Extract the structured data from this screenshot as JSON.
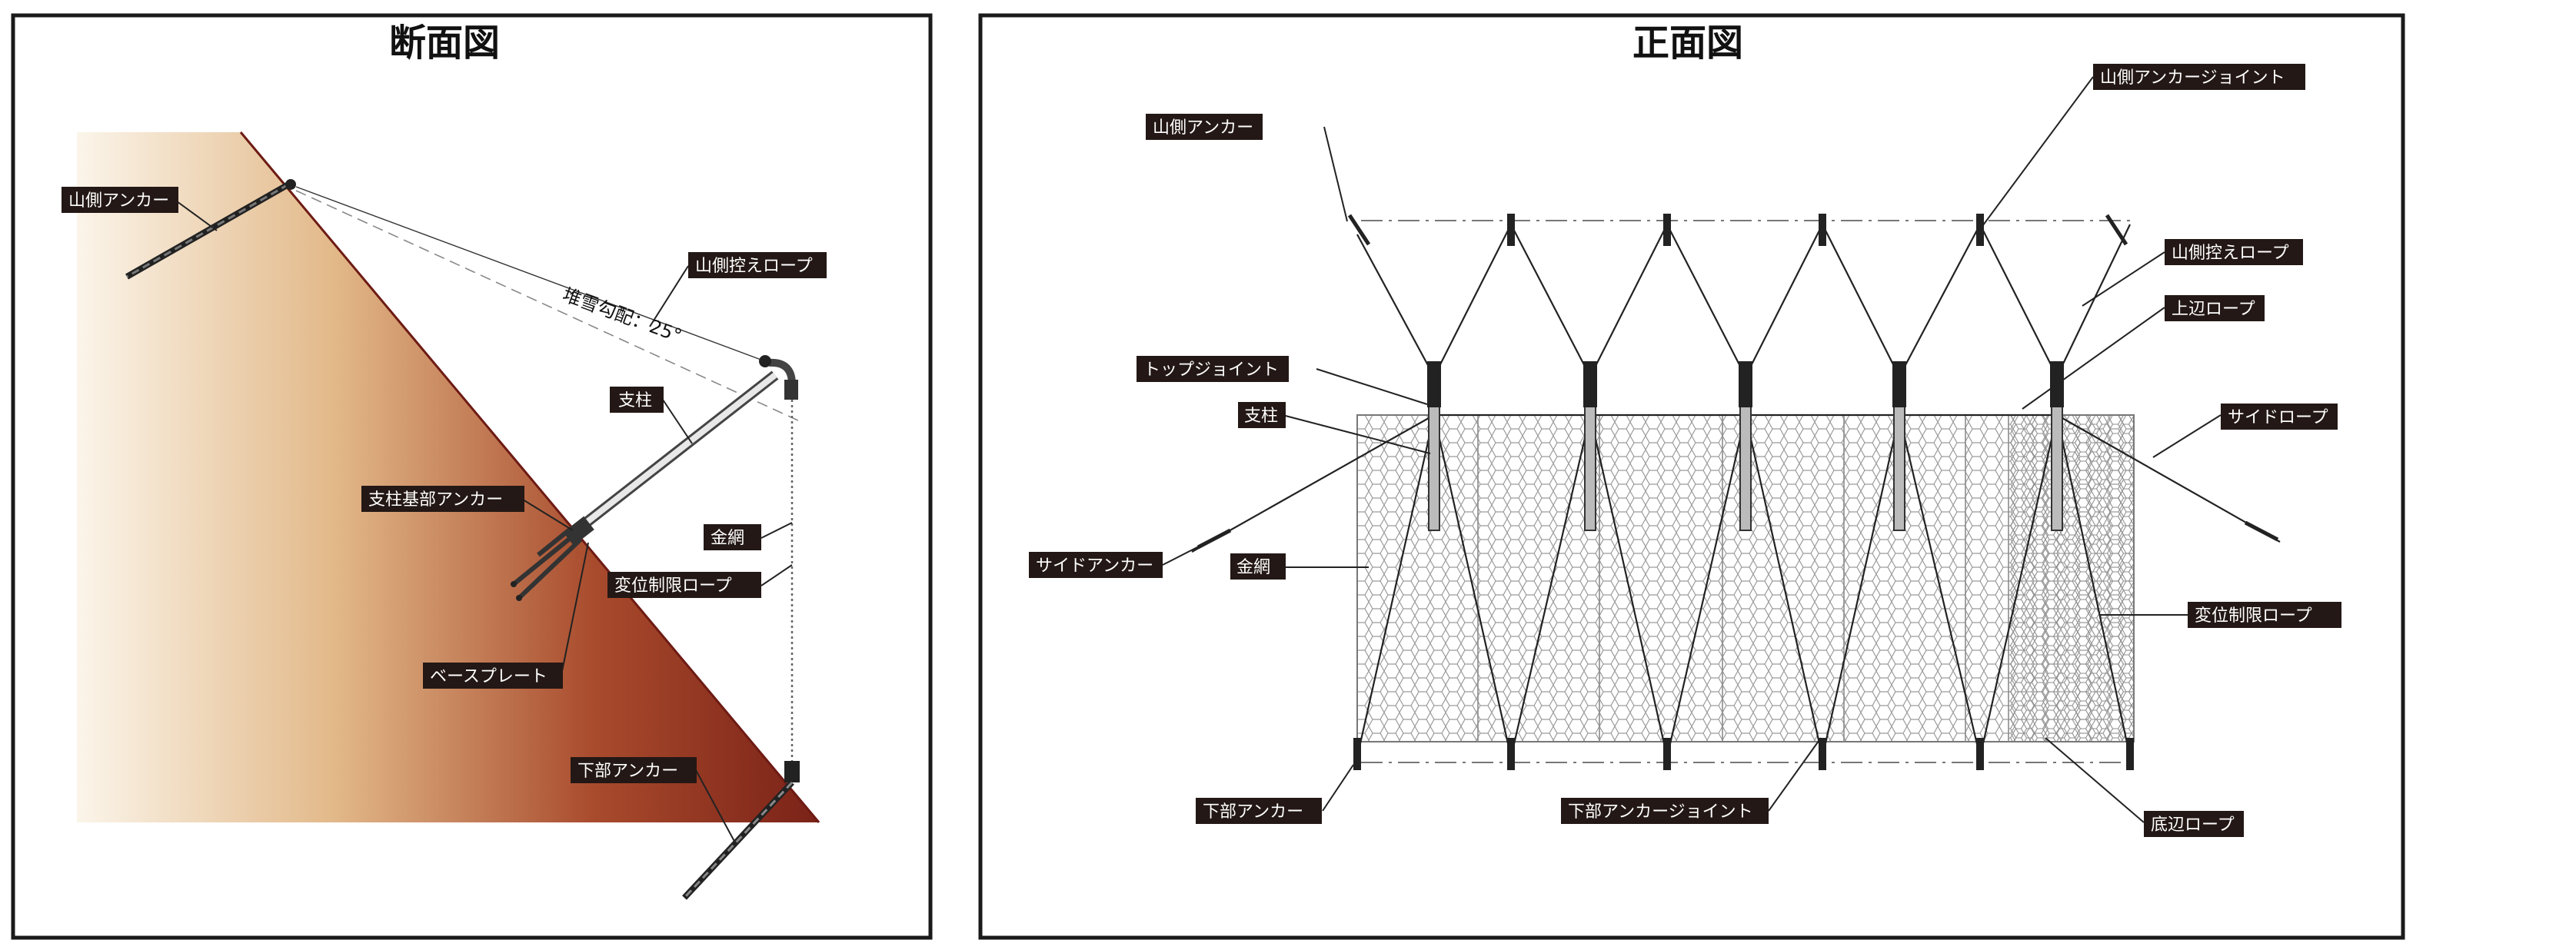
{
  "left_panel": {
    "title": "断面図",
    "labels": {
      "mountain_anchor": "山側アンカー",
      "mountain_guy_rope": "山側控えロープ",
      "snow_slope": "堆雪勾配：25°",
      "post": "支柱",
      "post_base_anchor": "支柱基部アンカー",
      "wire_net": "金網",
      "displacement_rope": "変位制限ロープ",
      "base_plate": "ベースプレート",
      "lower_anchor": "下部アンカー"
    }
  },
  "right_panel": {
    "title": "正面図",
    "labels": {
      "mountain_anchor": "山側アンカー",
      "mountain_anchor_joint": "山側アンカージョイント",
      "mountain_guy_rope": "山側控えロープ",
      "top_rope": "上辺ロープ",
      "top_joint": "トップジョイント",
      "post": "支柱",
      "side_rope": "サイドロープ",
      "side_anchor": "サイドアンカー",
      "wire_net": "金網",
      "displacement_rope": "変位制限ロープ",
      "lower_anchor": "下部アンカー",
      "lower_anchor_joint": "下部アンカージョイント",
      "bottom_rope": "底辺ロープ"
    }
  },
  "colors": {
    "slope_dark": "#7b2218",
    "slope_mid": "#b0652c",
    "slope_light": "#fbf5ea",
    "label_bg": "#231815",
    "label_text": "#ffffff"
  }
}
